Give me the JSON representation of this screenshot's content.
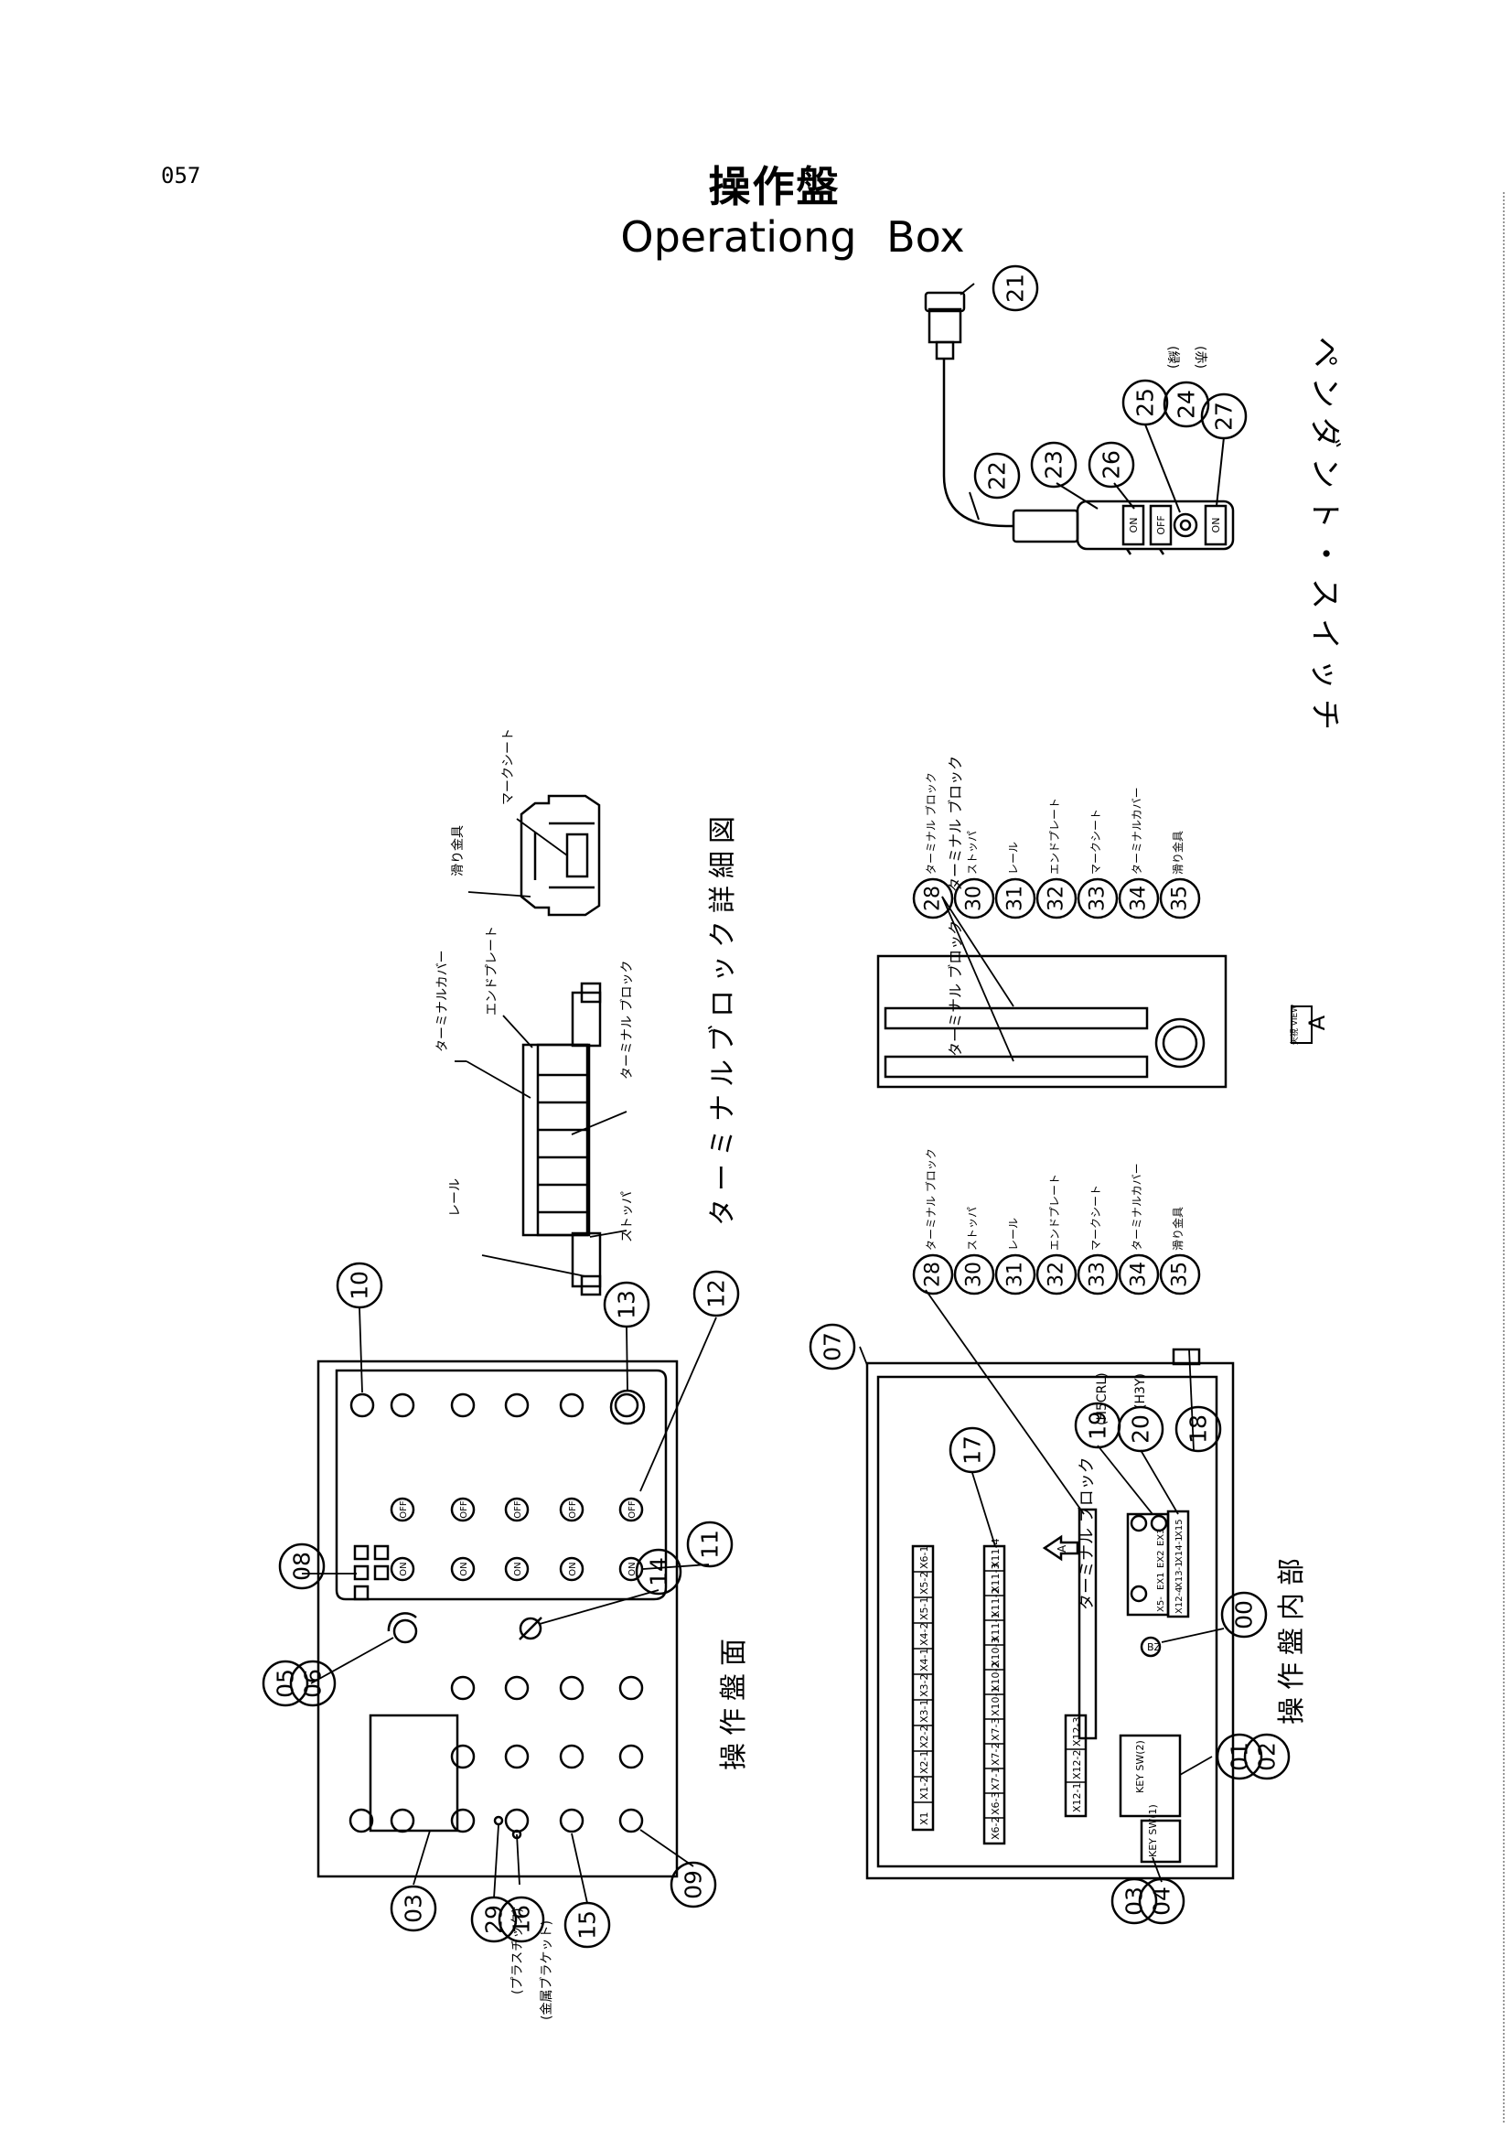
{
  "page_number": "057",
  "title_ja": "操作盤",
  "title_en": "Operationg  Box",
  "pendant": {
    "caption": "ペンダント・スイッチ",
    "button_labels": [
      "ON",
      "OFF",
      "ON"
    ],
    "color_notes": [
      "(緑)",
      "(赤)"
    ],
    "callouts": [
      "21",
      "22",
      "23",
      "26",
      "25",
      "24",
      "27"
    ]
  },
  "terminal_detail": {
    "caption": "ターミナルブロック詳細図",
    "labels": [
      "レール",
      "ターミナルカバー",
      "エンドプレート",
      "ターミナル ブロック",
      "ストッパ",
      "滑り金具",
      "マークシート"
    ]
  },
  "view_a": {
    "block_text": "ターミナル ブロック",
    "view_label": "矢視 VIEW",
    "view_letter": "A",
    "parts": [
      {
        "no": "28",
        "name": "ターミナル ブロック"
      },
      {
        "no": "30",
        "name": "ストッパ"
      },
      {
        "no": "31",
        "name": "レール"
      },
      {
        "no": "32",
        "name": "エンドプレート"
      },
      {
        "no": "33",
        "name": "マークシート"
      },
      {
        "no": "34",
        "name": "ターミナルカバー"
      },
      {
        "no": "35",
        "name": "滑り金具"
      }
    ]
  },
  "panel_face": {
    "caption": "操作盤面",
    "callouts": [
      "10",
      "08",
      "13",
      "12",
      "11",
      "14",
      "05",
      "06",
      "03",
      "29",
      "16",
      "15",
      "09"
    ],
    "button_labels": [
      "ON",
      "OFF",
      "ON",
      "OFF",
      "ON",
      "OFF",
      "ON",
      "OFF",
      "ON",
      "OFF"
    ],
    "notes": [
      "(プラスチック)",
      "(金属ブラケット)"
    ]
  },
  "panel_inside": {
    "caption": "操作盤内部",
    "terminal_text": "ターミナル ブロック",
    "view_arrow": "A",
    "callouts": [
      "07",
      "17",
      "19",
      "20",
      "18",
      "00",
      "01",
      "02",
      "03",
      "04"
    ],
    "notes": {
      "19": "(H5CRL)",
      "20": "(H3Y)"
    },
    "key_sw_1": "KEY SW(1)",
    "key_sw_2": "KEY SW(2)",
    "bz": "BZ",
    "terminals_left": [
      "X6-1",
      "X5-2",
      "X5-1",
      "X4-2",
      "X4-1",
      "X3-2",
      "X3-1",
      "X2-2",
      "X2-1",
      "X1-2",
      "X1"
    ],
    "terminals_mid": [
      "X11-4",
      "X11-3",
      "X11-2",
      "X11-1",
      "X10-3",
      "X10-2",
      "X10-1",
      "X7-3",
      "X7-2",
      "X7-1",
      "X6-3",
      "X6-2"
    ],
    "terminals_small": [
      "X12-3",
      "X12-2",
      "X12-1"
    ],
    "terminals_right": [
      "X15",
      "X14-1",
      "X13-1",
      "X12-4"
    ],
    "ex_labels": [
      "EX3",
      "EX2",
      "EX1",
      "X5-"
    ]
  }
}
